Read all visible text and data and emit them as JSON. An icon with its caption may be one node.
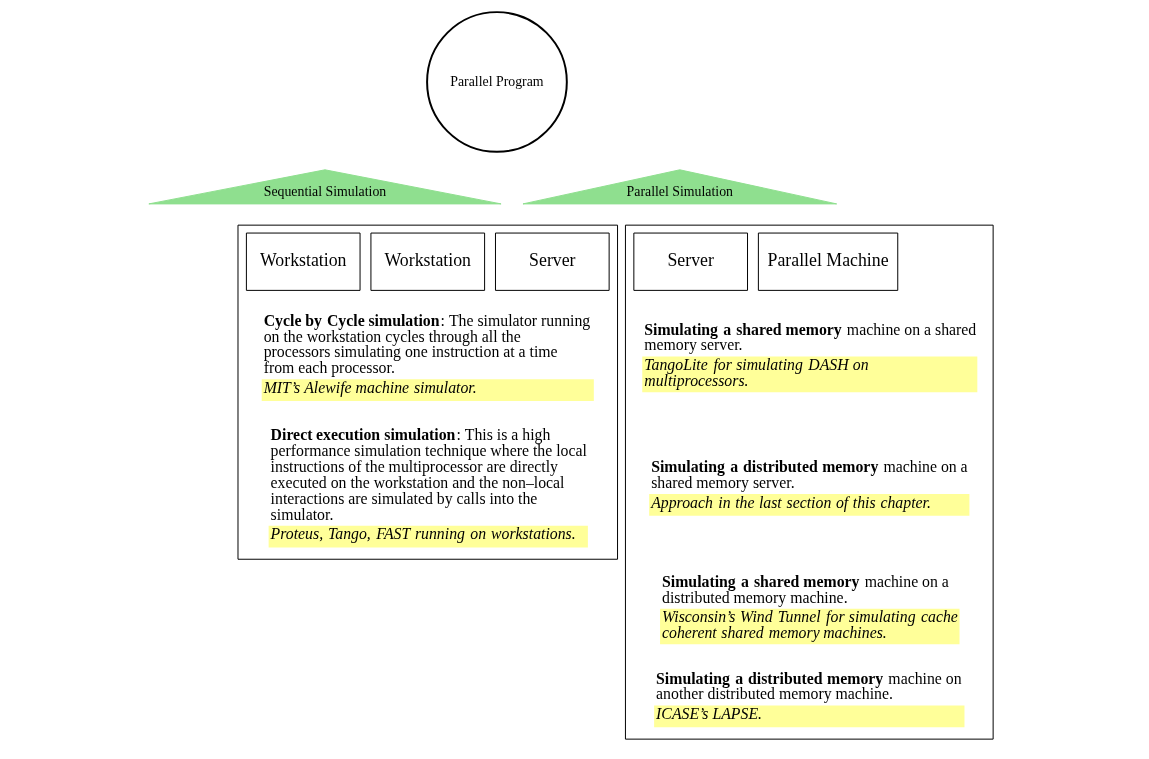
{
  "diagram": {
    "nodes": [
      {
        "text": [
          "Parallel Program"
        ]
      },
      {
        "text": [
          "Sequential Simulation"
        ]
      },
      {
        "text": [
          "Parallel Simulation"
        ]
      },
      {
        "text": [],
        "shape": "box"
      },
      {
        "text": [
          "Workstation"
        ],
        "in": 3
      },
      {
        "text": [
          "Workstation"
        ],
        "in": 3
      },
      {
        "text": [
          "Server"
        ],
        "in": 3
      },
      {
        "text": [
          "**Cycle by Cycle simulation**: The simulator running on the workstation cycles through all the processors simulating one instruction at a time from each processor. *MIT’s Alewife machine simulator.*"
        ],
        "in": 3
      },
      {
        "text": [
          "**Direct execution simulation**: This is a high performance simulation technique where the local instructions of the multiprocessor are directly executed on the workstation and the non–local interactions are simulated by calls into the simulator. *Proteus, Tango, FAST running on workstations.*"
        ],
        "in": 3
      },
      {
        "text": [],
        "shape": "box"
      },
      {
        "text": [
          "Server"
        ],
        "in": 9
      },
      {
        "text": [
          "Parallel Machine"
        ],
        "in": 9
      },
      {
        "text": [
          "**Simulating a shared memory** machine on a shared memory server. *TangoLite for simulating DASH on multiprocessors.*"
        ],
        "in": 9
      },
      {
        "text": [
          "**Simulating a distributed memory** machine on a shared memory server. *Approach in the last section of this chapter.*"
        ],
        "in": 9
      },
      {
        "text": [
          "**Simulating a shared memory** machine on a distributed memory machine. *Wisconsin’s Wind Tunnel for simulating cache coherent shared memory machines.*"
        ],
        "in": 9
      },
      {
        "text": [
          "**Simulating a distributed memory** machine on another distributed memory machine. *ICASE’s LAPSE.*"
        ],
        "in": 9
      }
    ]
  }
}
